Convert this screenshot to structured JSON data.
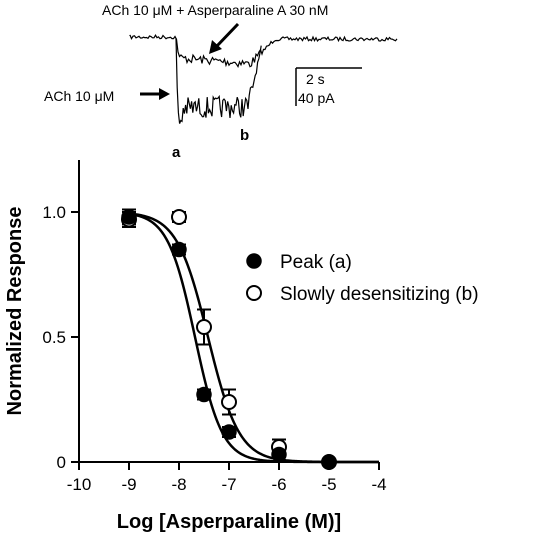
{
  "inset": {
    "label_top": "ACh 10 μM + Asperparaline A 30 nM",
    "label_mid": "ACh 10 μM",
    "letter_a": "a",
    "letter_b": "b",
    "scale_time": "2 s",
    "scale_current": "40 pA"
  },
  "chart_data": {
    "type": "scatter",
    "xlabel": "Log [Asperparaline (M)]",
    "ylabel": "Normalized Response",
    "xlim": [
      -10,
      -4
    ],
    "ylim": [
      0,
      1.2
    ],
    "x_ticks": [
      -10,
      -9,
      -8,
      -7,
      -6,
      -5,
      -4
    ],
    "y_ticks": [
      0,
      0.5,
      1.0
    ],
    "x_tick_labels": [
      "-10",
      "-9",
      "-8",
      "-7",
      "-6",
      "-5",
      "-4"
    ],
    "y_tick_labels": [
      "0",
      "0.5",
      "1.0"
    ],
    "grid": false,
    "legend_position": "right",
    "series": [
      {
        "name": "Peak (a)",
        "marker": "filled-circle",
        "x": [
          -9,
          -8,
          -7.5,
          -7,
          -6,
          -5
        ],
        "y": [
          0.98,
          0.85,
          0.27,
          0.12,
          0.03,
          0.0
        ],
        "err": [
          0.03,
          0.02,
          0.02,
          0.02,
          0.01,
          0.01
        ],
        "fit_logIC50": -7.68,
        "fit_hill": 1.6
      },
      {
        "name": "Slowly desensitizing (b)",
        "marker": "open-circle",
        "x": [
          -9,
          -8,
          -7.5,
          -7,
          -6,
          -5
        ],
        "y": [
          0.97,
          0.98,
          0.54,
          0.24,
          0.06,
          0.0
        ],
        "err": [
          0.03,
          0.02,
          0.07,
          0.05,
          0.03,
          0.01
        ],
        "fit_logIC50": -7.42,
        "fit_hill": 1.4
      }
    ]
  }
}
